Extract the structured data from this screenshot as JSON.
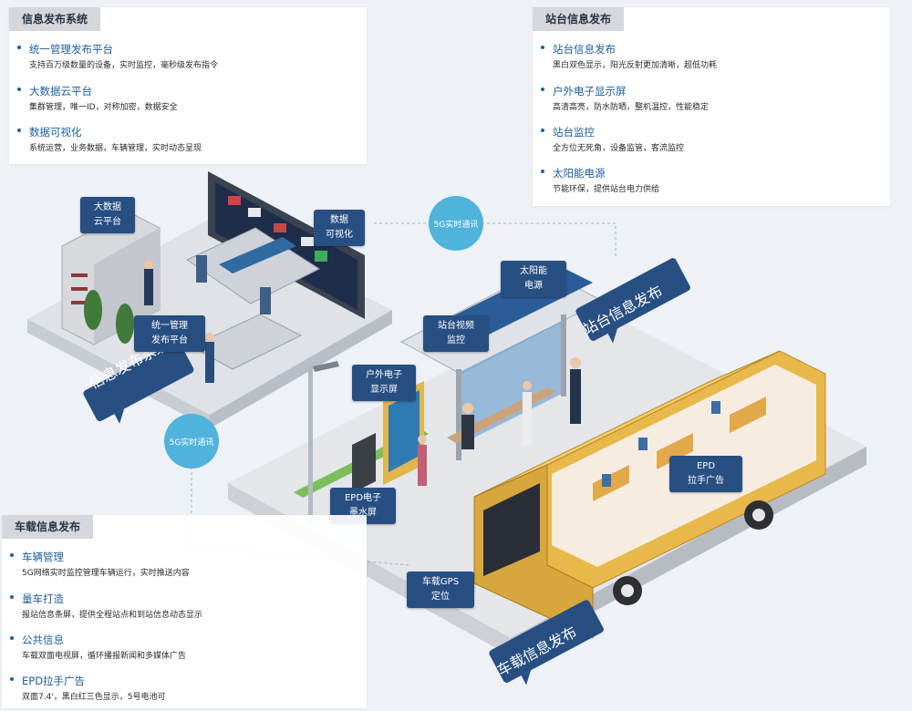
{
  "panels": {
    "top_left": {
      "title": "信息发布系统",
      "items": [
        {
          "title": "统一管理发布平台",
          "desc": "支持百万级数量的设备，实时监控，毫秒级发布指令"
        },
        {
          "title": "大数据云平台",
          "desc": "集群管理，唯一ID，对称加密，数据安全"
        },
        {
          "title": "数据可视化",
          "desc": "系统运营，业务数据，车辆管理，实时动态呈现"
        }
      ]
    },
    "top_right": {
      "title": "站台信息发布",
      "items": [
        {
          "title": "站台信息发布",
          "desc": "黑白双色显示，阳光反射更加清晰，超低功耗"
        },
        {
          "title": "户外电子显示屏",
          "desc": "高清高亮，防水防晒，整机温控，性能稳定"
        },
        {
          "title": "站台监控",
          "desc": "全方位无死角，设备监管，客流监控"
        },
        {
          "title": "太阳能电源",
          "desc": "节能环保，提供站台电力供给"
        }
      ]
    },
    "bottom_left": {
      "title": "车载信息发布",
      "items": [
        {
          "title": "车辆管理",
          "desc": "5G网络实时监控管理车辆运行，实时推送内容"
        },
        {
          "title": "量车打造",
          "desc": "报站信息条屏，提供全程站点和到站信息动态显示"
        },
        {
          "title": "公共信息",
          "desc": "车载双面电视屏，循环播报新闻和多媒体广告"
        },
        {
          "title": "EPD拉手广告",
          "desc": "双面7.4'，黑白红三色显示，5号电池可"
        }
      ]
    }
  },
  "tags": {
    "big_data": "大数据\n云平台",
    "data_vis": "数据\n可视化",
    "unified": "统一管理\n发布平台",
    "solar": "太阳能\n电源",
    "station_video": "站台视频\n监控",
    "outdoor_screen": "户外电子\n显示屏",
    "epd_ink": "EPD电子\n墨水屏",
    "epd_handle": "EPD\n拉手广告",
    "gps": "车载GPS\n定位"
  },
  "circles": {
    "top": "5G实时通讯",
    "left": "5G实时通讯"
  },
  "banners": {
    "info_system": "信息发布系统",
    "station": "站台信息发布",
    "vehicle": "车载信息发布"
  },
  "colors": {
    "accent_blue": "#1f5f97",
    "tag_blue": "#274f82",
    "circle_blue": "#4fb3dc",
    "bus_yellow": "#e8b84a"
  }
}
